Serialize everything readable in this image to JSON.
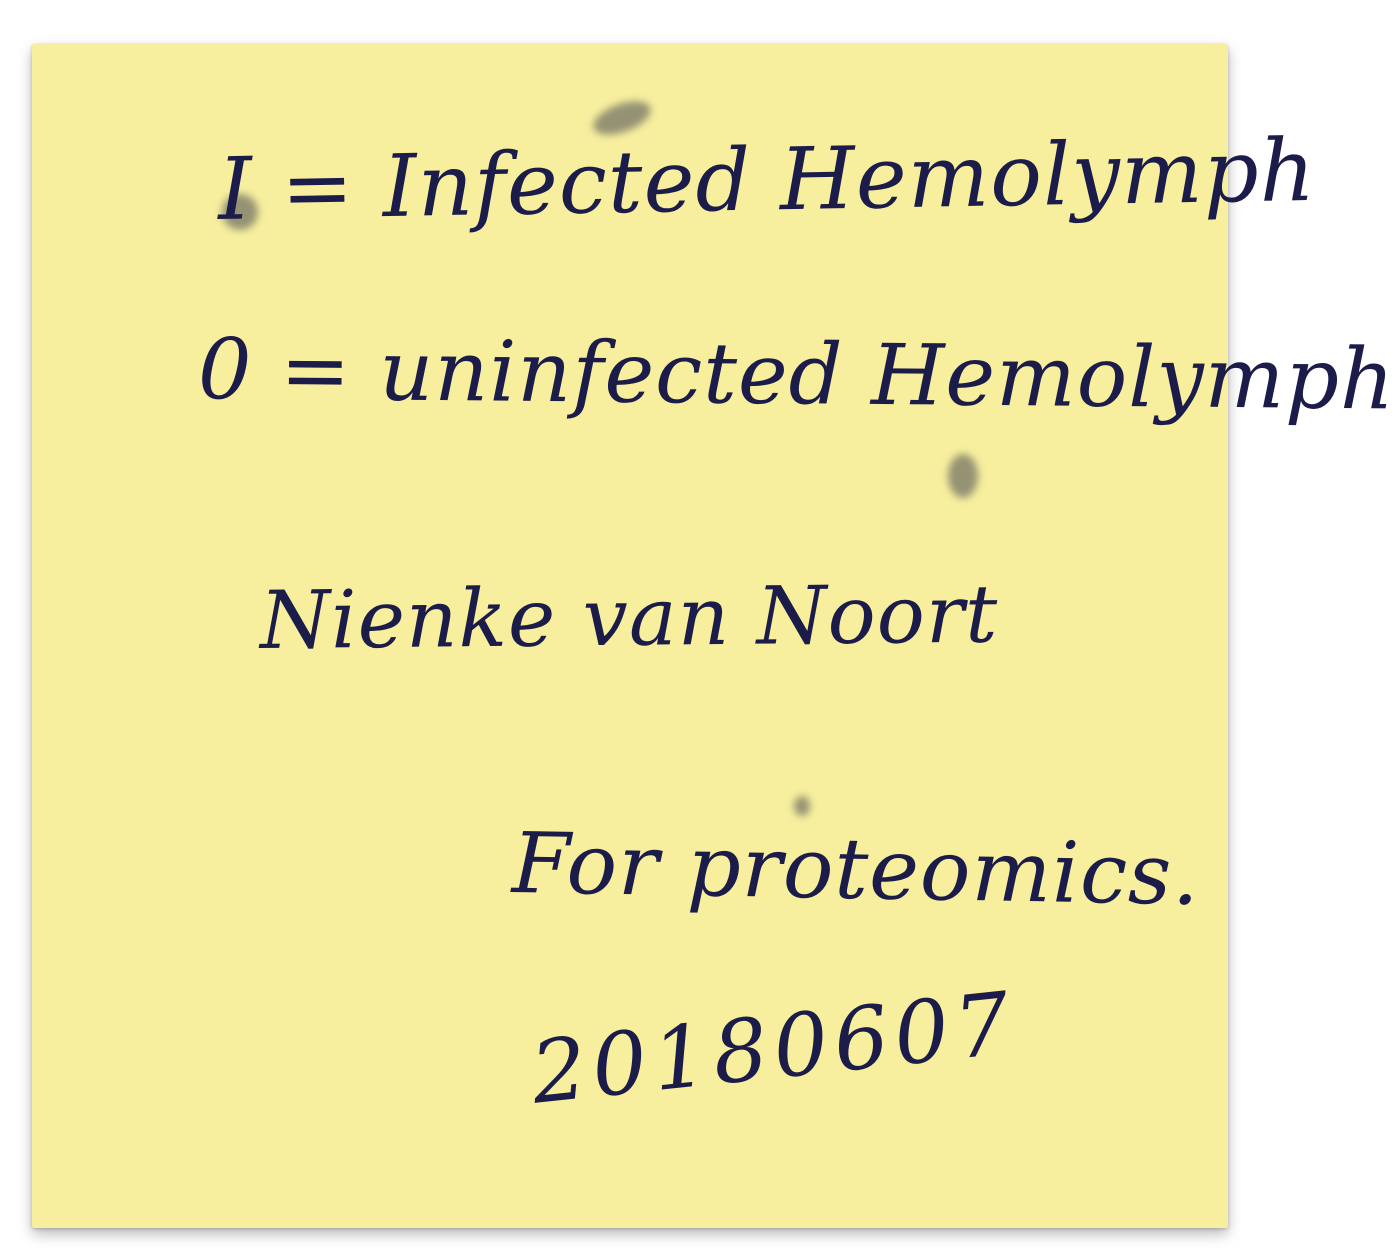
{
  "note": {
    "line_infected": "I = Infected Hemolymph",
    "line_uninfected": "0 = uninfected Hemolymph",
    "signature": "Nienke van Noort",
    "purpose": "For proteomics.",
    "date": "20180607"
  },
  "colors": {
    "paper": "#f7ef9e",
    "ink": "#1c1c4a"
  }
}
